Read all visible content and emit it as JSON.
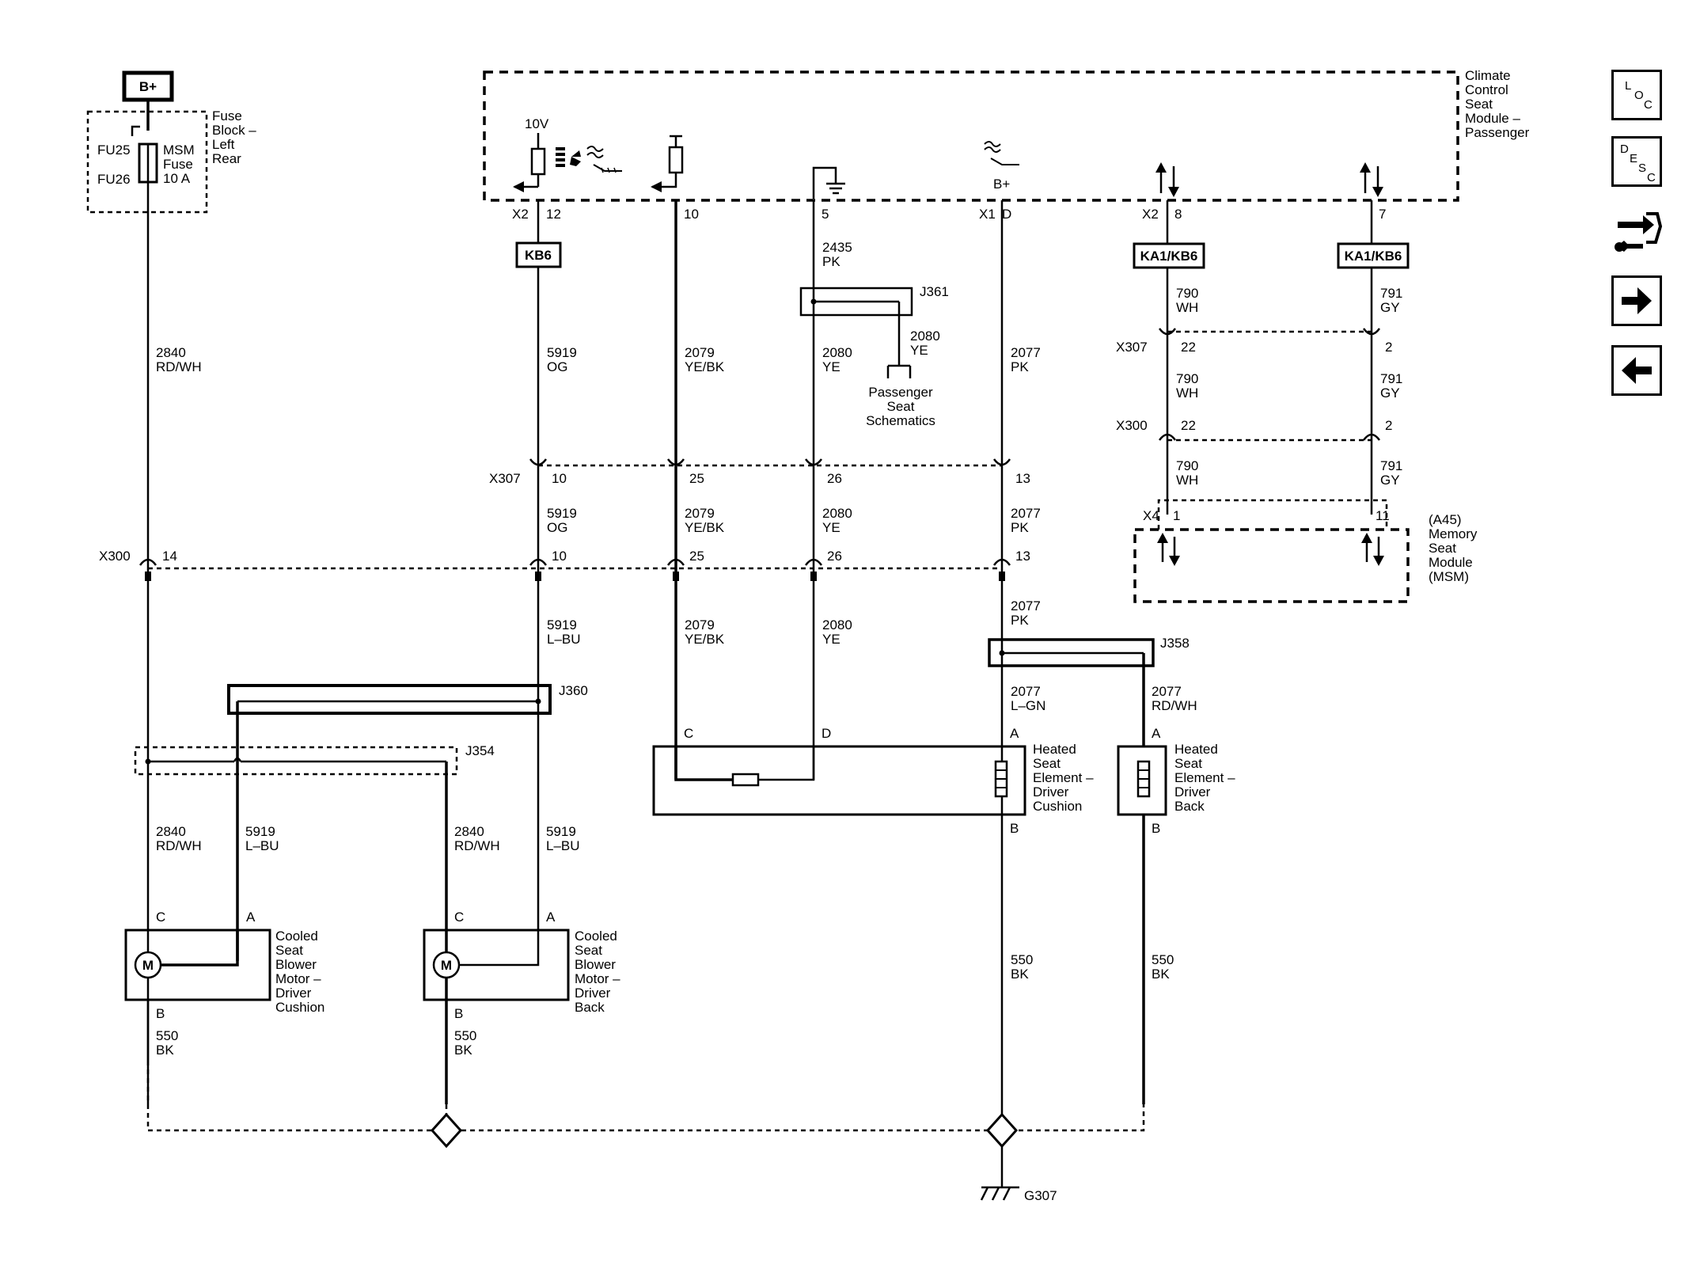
{
  "nav": {
    "loc": [
      "L",
      "O",
      "C"
    ],
    "desc": [
      "D",
      "E",
      "S",
      "C"
    ]
  },
  "labels": {
    "b_plus": "B+",
    "fuse_block": [
      "Fuse",
      "Block –",
      "Left",
      "Rear"
    ],
    "fu25": "FU25",
    "fu26": "FU26",
    "msm_fuse": [
      "MSM",
      "Fuse",
      "10 A"
    ],
    "wire_2840": [
      "2840",
      "RD/WH"
    ],
    "ccsm": [
      "Climate",
      "Control",
      "Seat",
      "Module –",
      "Passenger"
    ],
    "v10": "10V",
    "x2": "X2",
    "p12": "12",
    "p10": "10",
    "p5": "5",
    "bplus_module": "B+",
    "x1": "X1",
    "pD": "D",
    "x2b": "X2",
    "p8": "8",
    "p7": "7",
    "kb6": "KB6",
    "ka1kb6_a": "KA1/KB6",
    "ka1kb6_b": "KA1/KB6",
    "wire_2435": [
      "2435",
      "PK"
    ],
    "j361": "J361",
    "wire_2080_j361": [
      "2080",
      "YE"
    ],
    "passenger_seat": [
      "Passenger",
      "Seat",
      "Schematics"
    ],
    "wire_5919_og": [
      "5919",
      "OG"
    ],
    "wire_2079_yebk": [
      "2079",
      "YE/BK"
    ],
    "wire_2080_ye": [
      "2080",
      "YE"
    ],
    "wire_2077_pk": [
      "2077",
      "PK"
    ],
    "wire_790_wh": [
      "790",
      "WH"
    ],
    "wire_791_gy": [
      "791",
      "GY"
    ],
    "x307": "X307",
    "x307_10": "10",
    "x307_25": "25",
    "x307_26": "26",
    "x307_13": "13",
    "x307_22": "22",
    "x307_2": "2",
    "x300": "X300",
    "x300_14": "14",
    "x300_10": "10",
    "x300_25": "25",
    "x300_26": "26",
    "x300_13": "13",
    "x300_22": "22",
    "x300_2": "2",
    "x4": "X4",
    "x4_1": "1",
    "x4_11": "11",
    "msm": [
      "(A45)",
      "Memory",
      "Seat",
      "Module",
      "(MSM)"
    ],
    "wire_5919_lbu": [
      "5919",
      "L–BU"
    ],
    "j360": "J360",
    "j354": "J354",
    "j358": "J358",
    "wire_2077_lgn": [
      "2077",
      "L–GN"
    ],
    "wire_2077_rdwh": [
      "2077",
      "RD/WH"
    ],
    "pin_A": "A",
    "pin_B": "B",
    "pin_C": "C",
    "pin_D": "D",
    "heated_cushion": [
      "Heated",
      "Seat",
      "Element –",
      "Driver",
      "Cushion"
    ],
    "heated_back": [
      "Heated",
      "Seat",
      "Element –",
      "Driver",
      "Back"
    ],
    "cooled_cushion": [
      "Cooled",
      "Seat",
      "Blower",
      "Motor –",
      "Driver",
      "Cushion"
    ],
    "cooled_back": [
      "Cooled",
      "Seat",
      "Blower",
      "Motor –",
      "Driver",
      "Back"
    ],
    "motor": "M",
    "wire_550_bk": [
      "550",
      "BK"
    ],
    "g307": "G307"
  }
}
